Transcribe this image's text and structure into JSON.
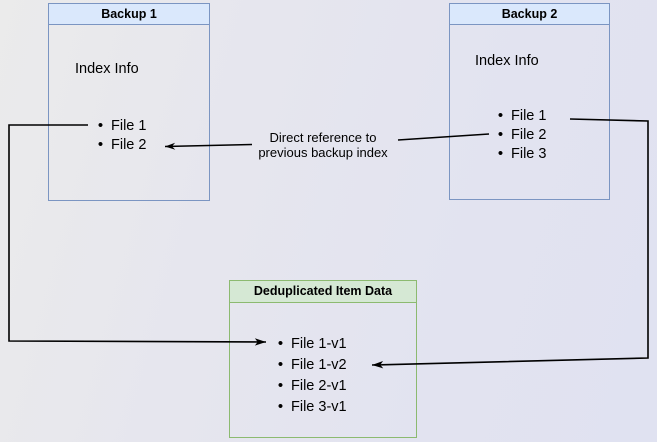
{
  "boxes": {
    "backup1": {
      "title": "Backup 1",
      "label": "Index Info",
      "files": [
        "File 1",
        "File 2"
      ]
    },
    "backup2": {
      "title": "Backup 2",
      "label": "Index Info",
      "files": [
        "File 1",
        "File 2",
        "File 3"
      ]
    },
    "dedup": {
      "title": "Deduplicated Item Data",
      "files": [
        "File 1-v1",
        "File 1-v2",
        "File 2-v1",
        "File 3-v1"
      ]
    }
  },
  "annotation": {
    "line1": "Direct reference to",
    "line2": "previous backup index"
  },
  "edges": [
    {
      "from": "Backup 1 / File 1",
      "to": "Deduplicated Item Data / File 1-v1",
      "label": ""
    },
    {
      "from": "Backup 2 / File 1",
      "to": "Deduplicated Item Data / File 1-v2",
      "label": ""
    },
    {
      "from": "Backup 2 / File 2",
      "to": "Backup 1 / File 2",
      "label": "Direct reference to previous backup index"
    }
  ],
  "colors": {
    "blue_header_fill": "#dae8fc",
    "blue_border": "#7b95c2",
    "green_header_fill": "#d5e8d4",
    "green_border": "#8cba70",
    "connector": "#000000",
    "background_left": "#ebebeb",
    "background_right": "#e0e2f1"
  }
}
